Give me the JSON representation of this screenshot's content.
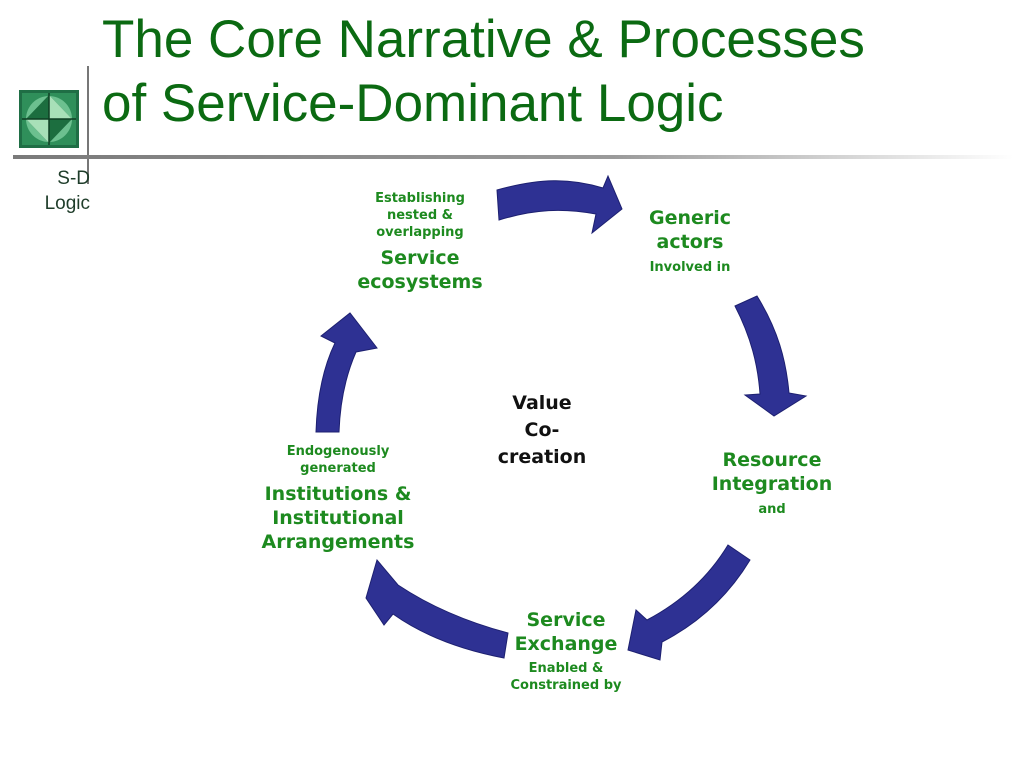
{
  "title": {
    "line1": "The Core Narrative & Processes",
    "line2": "of Service-Dominant Logic"
  },
  "logo_label": {
    "line1": "S-D",
    "line2": "Logic"
  },
  "colors": {
    "title": "#0b6a12",
    "node_text": "#1d8a1f",
    "arrow": "#2e3193"
  },
  "center": {
    "line1": "Value",
    "line2": "Co-",
    "line3": "creation"
  },
  "nodes": {
    "ecosystems": {
      "pre": [
        "Establishing",
        "nested &",
        "overlapping"
      ],
      "main": [
        "Service",
        "ecosystems"
      ]
    },
    "actors": {
      "main": [
        "Generic",
        "actors"
      ],
      "post": [
        "Involved in"
      ]
    },
    "integration": {
      "main": [
        "Resource",
        "Integration"
      ],
      "post": [
        "and"
      ]
    },
    "exchange": {
      "main": [
        "Service",
        "Exchange"
      ],
      "post": [
        "Enabled &",
        "Constrained by"
      ]
    },
    "institutions": {
      "pre": [
        "Endogenously",
        "generated"
      ],
      "main": [
        "Institutions &",
        "Institutional",
        "Arrangements"
      ]
    }
  }
}
